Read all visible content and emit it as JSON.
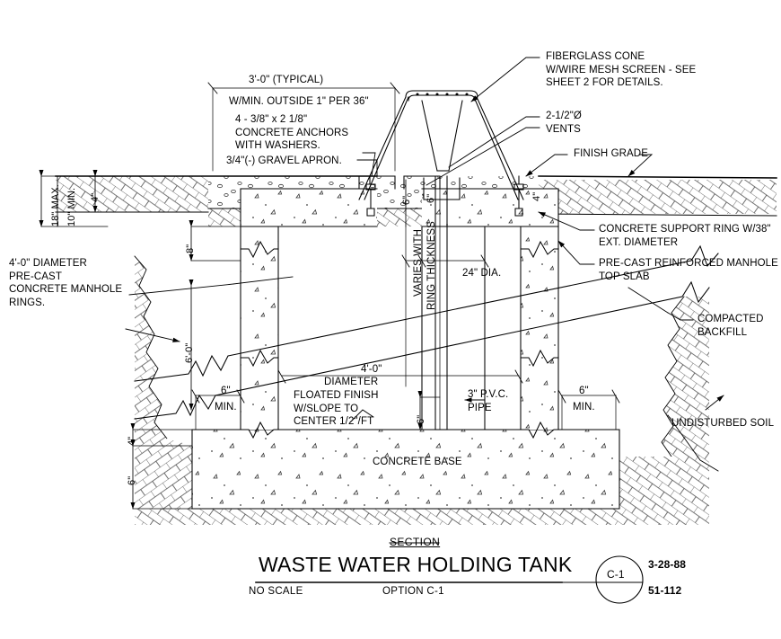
{
  "drawing": {
    "title": "WASTE WATER HOLDING TANK",
    "section_label": "SECTION",
    "scale_note": "NO SCALE",
    "option": "OPTION C-1",
    "detail_bubble": "C-1",
    "date": "3-28-88",
    "drawing_number": "51-112"
  },
  "annotations": {
    "fiberglass_cone": "FIBERGLASS CONE\nW/WIRE MESH SCREEN - SEE\nSHEET 2 FOR DETAILS.",
    "vents": "2-1/2\"Ø\nVENTS",
    "finish_grade": "FINISH GRADE",
    "support_ring": "CONCRETE SUPPORT RING W/38\"\nEXT. DIAMETER",
    "top_slab": "PRE-CAST REINFORCED MANHOLE\nTOP SLAB",
    "compacted_backfill": "COMPACTED\nBACKFILL",
    "undisturbed_soil": "UNDISTURBED SOIL",
    "manhole_rings": "4'-0\" DIAMETER\nPRE-CAST\nCONCRETE MANHOLE\nRINGS.",
    "typical_dim": "3'-0\" (TYPICAL)",
    "slope_note": "W/MIN. OUTSIDE 1\" PER 36\"",
    "anchors": "4 - 3/8\" x 2 1/8\"\nCONCRETE ANCHORS\nWITH WASHERS.",
    "gravel_apron": "3/4\"(-) GRAVEL APRON.",
    "varies_line1": "VARIES WITH",
    "varies_line2": "RING THICKNESS",
    "pipe_dia": "24\" DIA.",
    "base_diameter_1": "4'-0\"",
    "base_diameter_2": "DIAMETER",
    "floated_finish": "FLOATED FINISH\nW/SLOPE TO\nCENTER 1/2\"/FT",
    "pvc_pipe": "3\" P.V.C.\nPIPE",
    "concrete_base": "CONCRETE BASE"
  },
  "dimensions": {
    "max_18": "18\" MAX.",
    "min_10": "10\" MIN.",
    "d4_top": "4\"",
    "d8": "8\"",
    "d6_top_left": "6\"",
    "d6_top_right": "6\"",
    "d4_right": "4\"",
    "d6_0": "6'-0\"",
    "d6_min_left_a": "6\"",
    "d6_min_left_b": "MIN.",
    "d6_min_right_a": "6\"",
    "d6_min_right_b": "MIN.",
    "d4_base": "4\"",
    "d6_base": "6\"",
    "d6_pipe": "6\""
  },
  "colors": {
    "line": "#000000",
    "paper": "#ffffff",
    "hatch": "#555555"
  }
}
